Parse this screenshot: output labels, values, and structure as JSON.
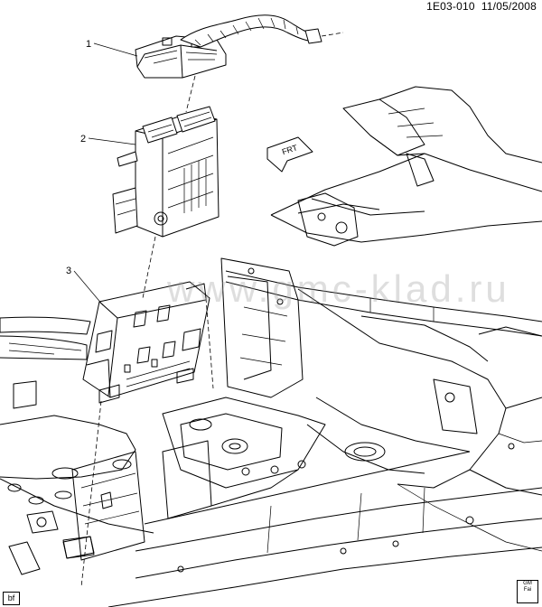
{
  "header": {
    "code": "1E03-010",
    "date": "11/05/2008"
  },
  "callouts": [
    {
      "number": "1"
    },
    {
      "number": "2"
    },
    {
      "number": "3"
    }
  ],
  "front_arrow": {
    "label": "FRT"
  },
  "watermark": "www.gmc-klad.ru",
  "corner_badge": "bf",
  "corner_logo": {
    "line1": "GM",
    "line2": "Fai"
  }
}
